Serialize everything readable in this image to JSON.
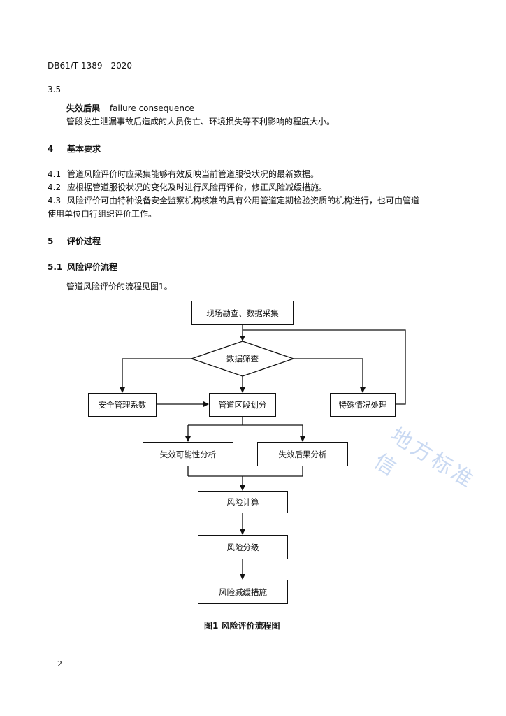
{
  "header": {
    "doc_code": "DB61/T 1389—2020"
  },
  "s35": {
    "num": "3.5",
    "term": "失效后果",
    "term_en": "failure consequence",
    "definition": "管段发生泄漏事故后造成的人员伤亡、环境损失等不利影响的程度大小。"
  },
  "s4": {
    "num": "4",
    "title": "基本要求",
    "items": [
      {
        "num": "4.1",
        "text": "管道风险评价时应采集能够有效反映当前管道服役状况的最新数据。"
      },
      {
        "num": "4.2",
        "text": "应根据管道服役状况的变化及时进行风险再评价，修正风险减缓措施。"
      },
      {
        "num": "4.3",
        "text": "风险评价可由特种设备安全监察机构核准的具有公用管道定期检验资质的机构进行，也可由管道",
        "text2": "使用单位自行组织评价工作。"
      }
    ]
  },
  "s5": {
    "num": "5",
    "title": "评价过程"
  },
  "s51": {
    "num": "5.1",
    "title": "风险评价流程",
    "intro": "管道风险评价的流程见图1。"
  },
  "flow": {
    "n1": "现场勘查、数据采集",
    "n2": "数据筛查",
    "n3": "安全管理系数",
    "n4": "管道区段划分",
    "n5": "特殊情况处理",
    "n6": "失效可能性分析",
    "n7": "失效后果分析",
    "n8": "风险计算",
    "n9": "风险分级",
    "n10": "风险减缓措施"
  },
  "figure": {
    "caption": "图1   风险评价流程图"
  },
  "footer": {
    "page": "2"
  },
  "watermark": {
    "text": "地方标准信"
  }
}
